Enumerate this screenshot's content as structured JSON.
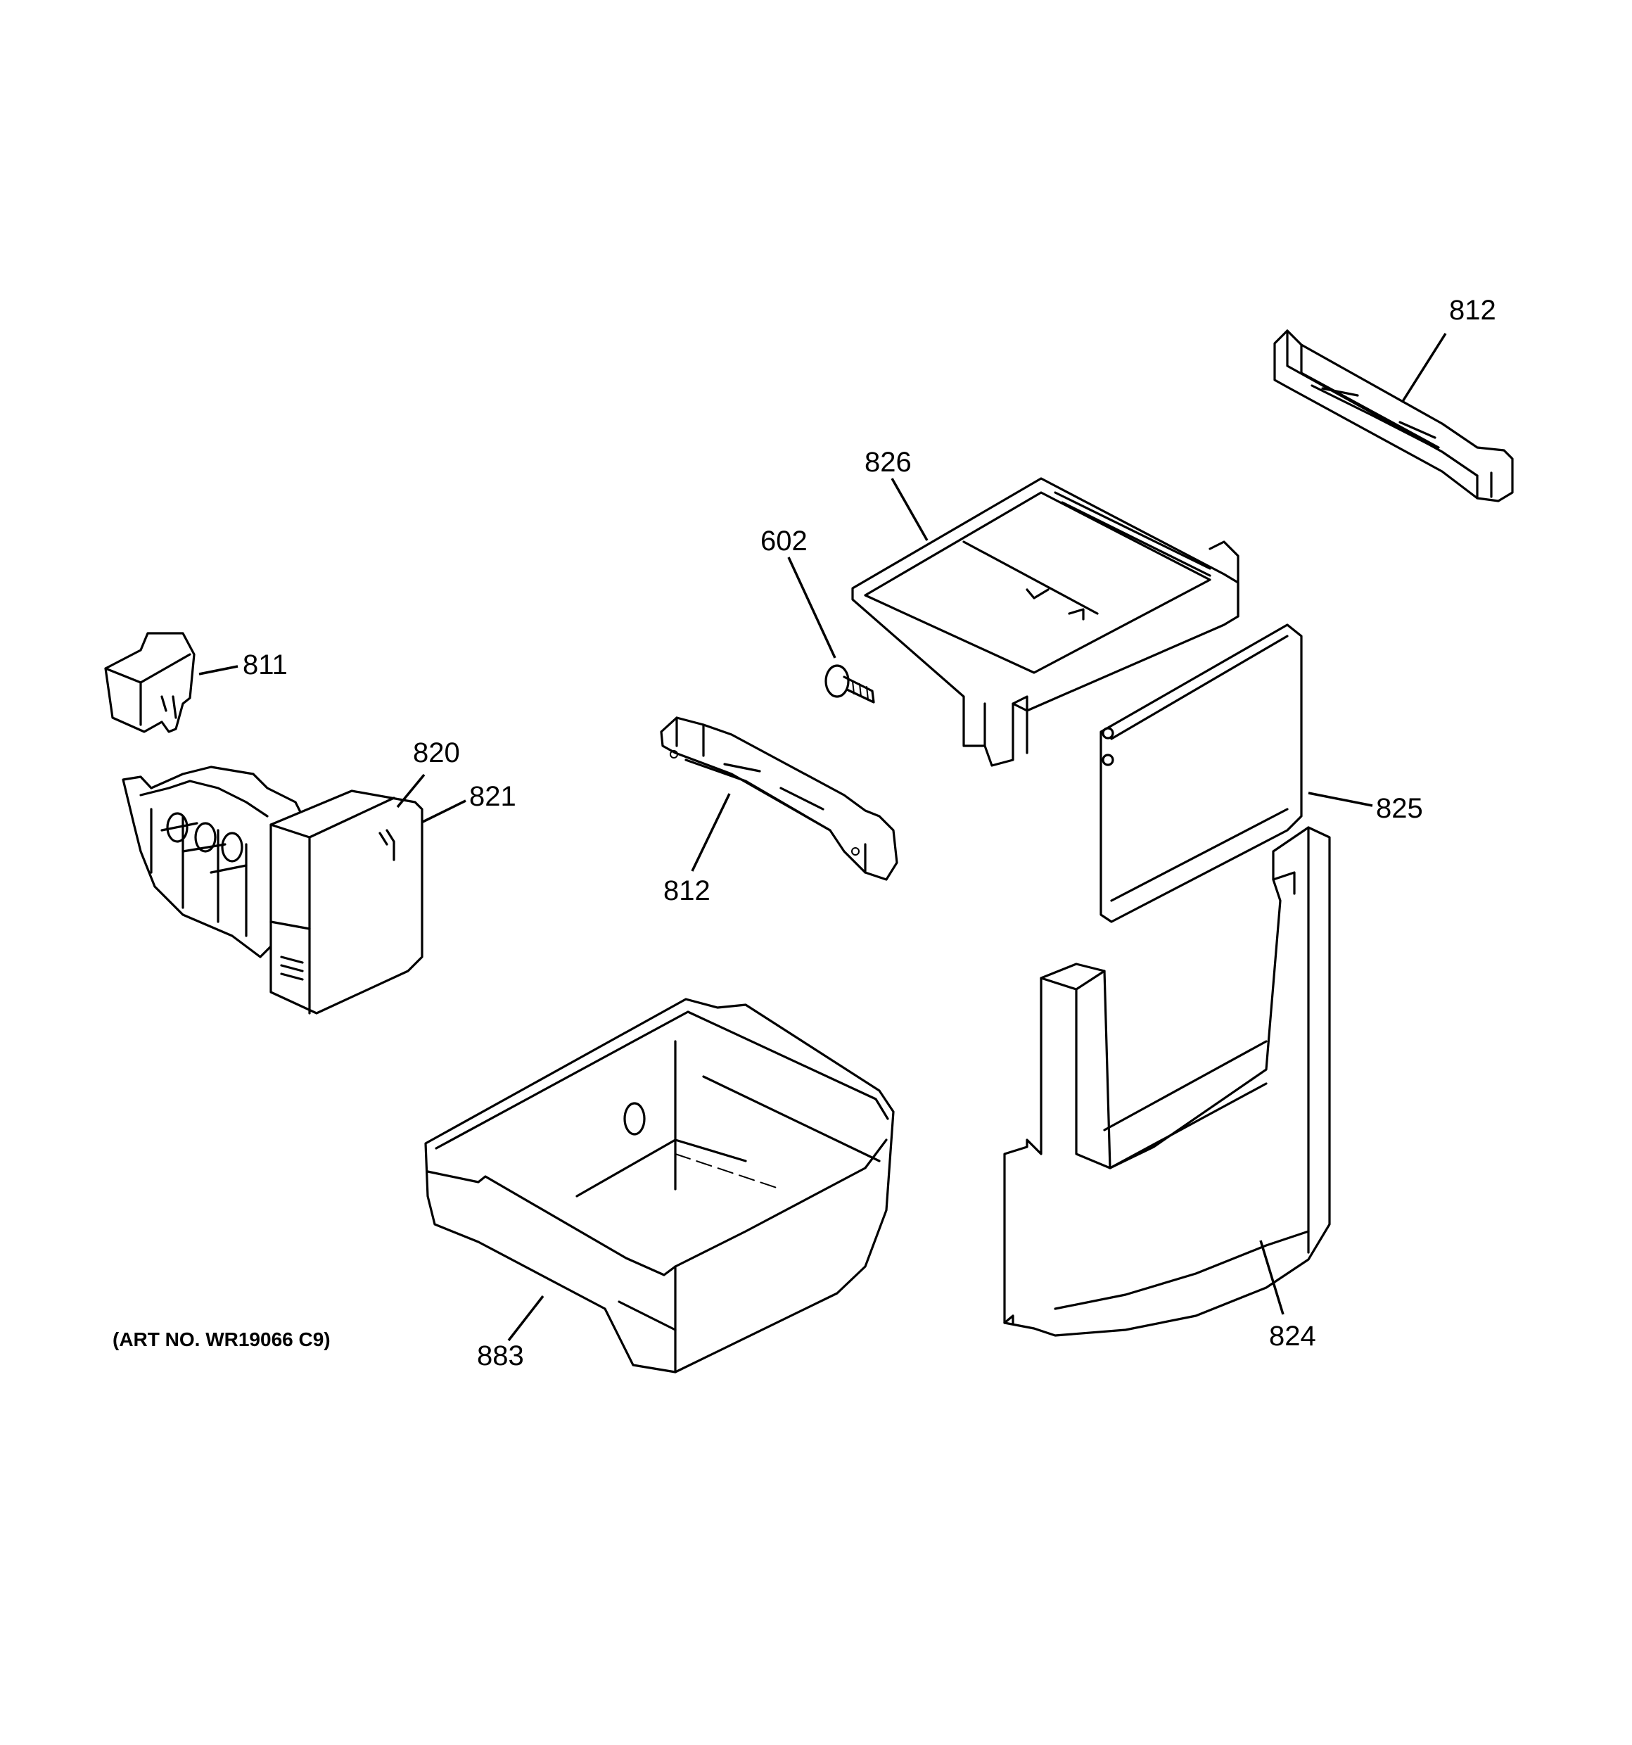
{
  "diagram": {
    "art_number": "(ART NO. WR19066 C9)",
    "callouts": [
      {
        "id": "c812a",
        "label": "812"
      },
      {
        "id": "c826",
        "label": "826"
      },
      {
        "id": "c602",
        "label": "602"
      },
      {
        "id": "c811",
        "label": "811"
      },
      {
        "id": "c820",
        "label": "820"
      },
      {
        "id": "c821",
        "label": "821"
      },
      {
        "id": "c812b",
        "label": "812"
      },
      {
        "id": "c825",
        "label": "825"
      },
      {
        "id": "c883",
        "label": "883"
      },
      {
        "id": "c824",
        "label": "824"
      }
    ]
  }
}
